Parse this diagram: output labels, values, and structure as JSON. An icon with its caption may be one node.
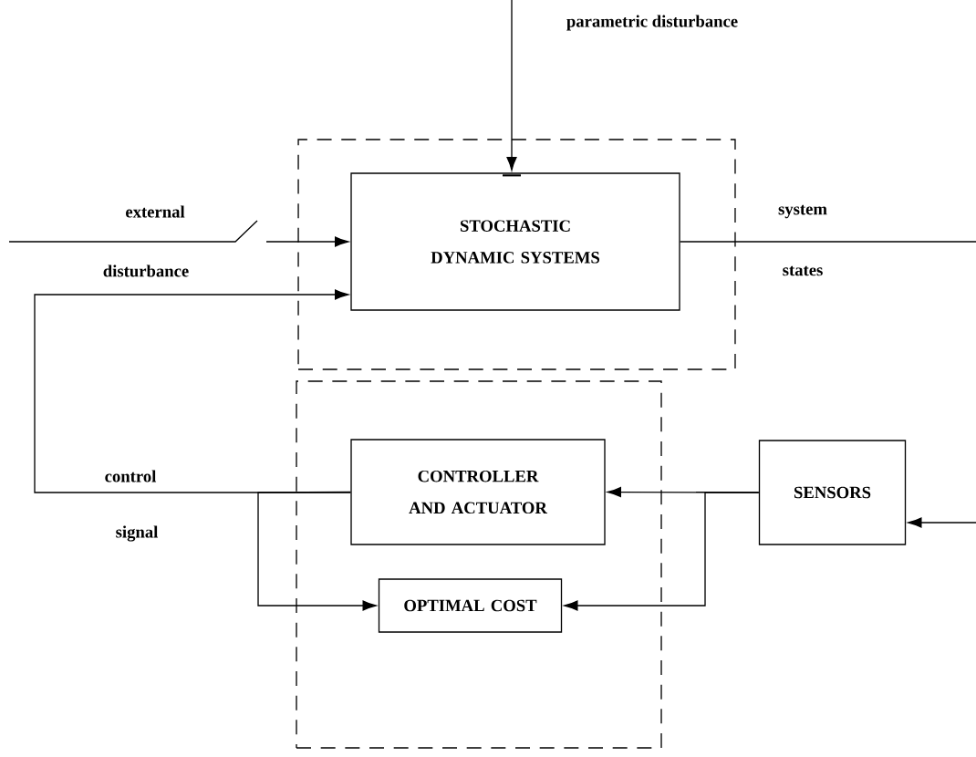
{
  "diagram": {
    "nodes": [
      {
        "text": [],
        "shape": "box"
      },
      {
        "text": [
          "STOCHASTIC DYNAMIC SYSTEMS"
        ],
        "in": 0
      },
      {
        "text": [],
        "shape": "box"
      },
      {
        "text": [
          "CONTROLLER AND ACTUATOR"
        ],
        "in": 2
      },
      {
        "text": [
          "OPTIMAL COST"
        ],
        "in": 2
      },
      {
        "text": [
          "SENSORS"
        ]
      }
    ],
    "edges": [
      {
        "from": null,
        "to": 1,
        "arrow": "to"
      },
      {
        "from": null,
        "to": 1,
        "arrow": "to"
      },
      {
        "from": 3,
        "to": 1,
        "arrow": "to"
      },
      {
        "from": 3,
        "to": 4,
        "arrow": "to"
      },
      {
        "from": 5,
        "to": 3,
        "arrow": "to"
      },
      {
        "from": 5,
        "to": 4,
        "arrow": "to"
      },
      {
        "from": 1,
        "to": null,
        "arrow": "none"
      },
      {
        "from": null,
        "to": 5,
        "arrow": "to"
      }
    ],
    "labels": [
      "parametric disturbance",
      "external",
      "disturbance",
      "system",
      "states",
      "control",
      "signal"
    ]
  }
}
